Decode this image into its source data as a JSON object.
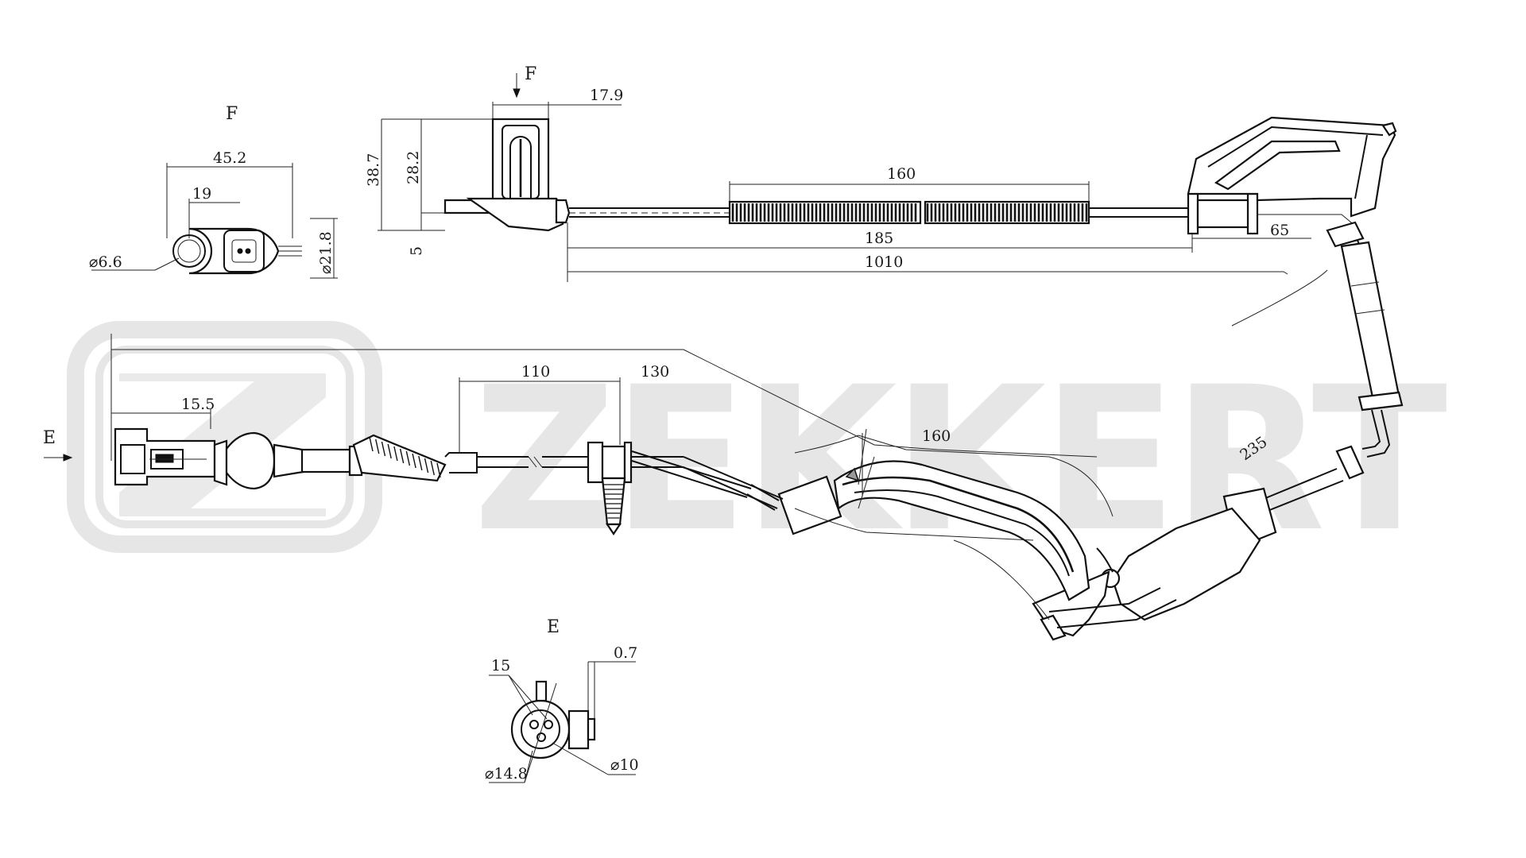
{
  "watermark": {
    "brand": "ZEKKERT"
  },
  "views": {
    "f_detail_label": "F",
    "f_arrow_label": "F",
    "e_detail_label": "E",
    "e_arrow_label": "E"
  },
  "dimensions": {
    "f_width": "45.2",
    "f_hole_offset": "19",
    "f_hole_dia": "⌀6.6",
    "f_body_dia": "⌀21.8",
    "sensor_width": "17.9",
    "sensor_height_total": "38.7",
    "sensor_height_inner": "28.2",
    "sensor_base": "5",
    "sleeve_length": "160",
    "sleeve_to_grommet": "185",
    "cable_total": "1010",
    "grommet_to_clip": "65",
    "connector_length": "15.5",
    "connector_to_clip_110": "110",
    "clip_to_bend_130": "130",
    "lower_sleeve_160": "160",
    "lower_segment_235": "235",
    "e_pin_dia": "15",
    "e_offset": "0.7",
    "e_outer_dia": "⌀14.8",
    "e_inner_dia": "⌀10"
  },
  "colors": {
    "line": "#111111",
    "watermark": "#e6e6e6"
  }
}
